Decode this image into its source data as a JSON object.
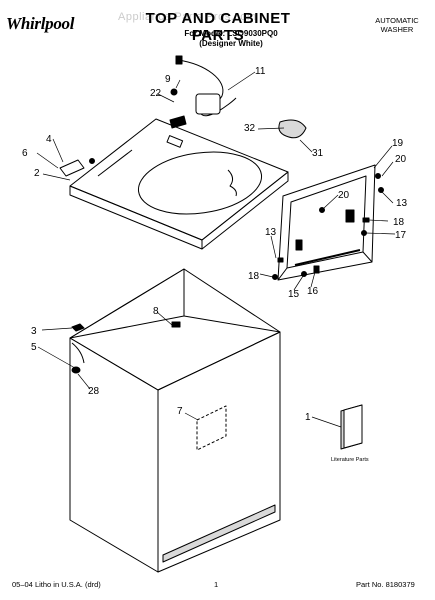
{
  "header": {
    "brand": "Whirlpool",
    "title": "TOP AND CABINET PARTS",
    "model_line": "For Model: LSQ9030PQ0",
    "color_line": "(Designer White)",
    "product_type_line1": "AUTOMATIC",
    "product_type_line2": "WASHER",
    "watermark": "Appliance Parts Pros.com"
  },
  "callouts": [
    "1",
    "2",
    "3",
    "4",
    "5",
    "6",
    "7",
    "8",
    "9",
    "11",
    "13",
    "13",
    "15",
    "16",
    "17",
    "18",
    "18",
    "19",
    "20",
    "20",
    "22",
    "28",
    "31",
    "32"
  ],
  "literature_label": "Literature Parts",
  "footer": {
    "left": "05–04 Litho in U.S.A. (drd)",
    "center": "1",
    "right": "Part No. 8180379"
  },
  "colors": {
    "ink": "#000000",
    "paper": "#ffffff",
    "shade": "#d9d9d9"
  }
}
